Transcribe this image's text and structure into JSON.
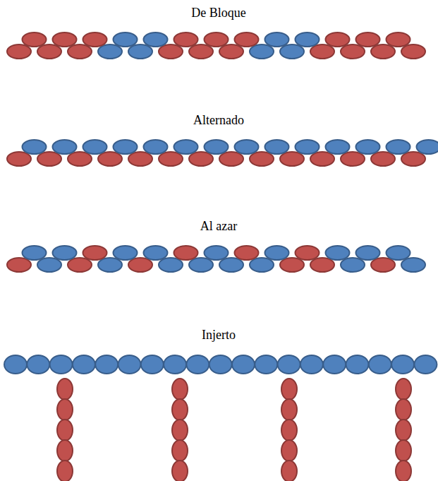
{
  "diagram": {
    "labels": [
      "De Bloque",
      "Alternado",
      "Al azar",
      "Injerto"
    ]
  }
}
